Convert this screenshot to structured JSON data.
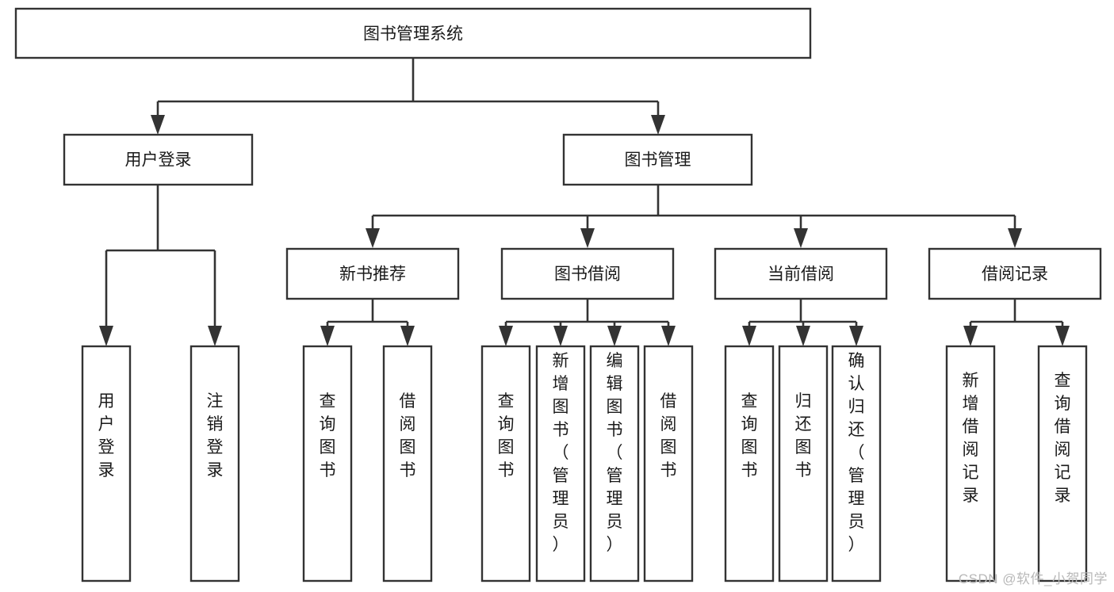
{
  "diagram": {
    "type": "tree-hierarchy-chart",
    "title": "图书管理系统",
    "watermark": "CSDN @软件_小贺同学",
    "colors": {
      "box_stroke": "#333333",
      "box_fill": "#ffffff",
      "connector": "#333333",
      "text": "#1a1a1a",
      "watermark": "#b8b8b8",
      "background": "#ffffff"
    },
    "levels": {
      "level1_label": "图书管理系统",
      "level2_labels": [
        "用户登录",
        "图书管理"
      ],
      "level3_labels": [
        "新书推荐",
        "图书借阅",
        "当前借阅",
        "借阅记录"
      ]
    },
    "nodes": {
      "root": {
        "label": "图书管理系统",
        "orientation": "horizontal"
      },
      "n_user_login": {
        "label": "用户登录",
        "orientation": "horizontal"
      },
      "n_book_manage": {
        "label": "图书管理",
        "orientation": "horizontal"
      },
      "n_new_book_rec": {
        "label": "新书推荐",
        "orientation": "horizontal"
      },
      "n_book_borrow": {
        "label": "图书借阅",
        "orientation": "horizontal"
      },
      "n_current_borrow": {
        "label": "当前借阅",
        "orientation": "horizontal"
      },
      "n_borrow_record": {
        "label": "借阅记录",
        "orientation": "horizontal"
      },
      "l_user_login": {
        "label": "用户登录",
        "orientation": "vertical"
      },
      "l_logout": {
        "label": "注销登录",
        "orientation": "vertical"
      },
      "l_query_book_1": {
        "label": "查询图书",
        "orientation": "vertical"
      },
      "l_borrow_book_1": {
        "label": "借阅图书",
        "orientation": "vertical"
      },
      "l_query_book_2": {
        "label": "查询图书",
        "orientation": "vertical"
      },
      "l_add_book_admin": {
        "label": "新增图书（管理员）",
        "orientation": "vertical"
      },
      "l_edit_book_admin": {
        "label": "编辑图书（管理员）",
        "orientation": "vertical"
      },
      "l_borrow_book_2": {
        "label": "借阅图书",
        "orientation": "vertical"
      },
      "l_query_book_3": {
        "label": "查询图书",
        "orientation": "vertical"
      },
      "l_return_book": {
        "label": "归还图书",
        "orientation": "vertical"
      },
      "l_confirm_return_admin": {
        "label": "确认归还（管理员）",
        "orientation": "vertical"
      },
      "l_add_borrow_record": {
        "label": "新增借阅记录",
        "orientation": "vertical"
      },
      "l_query_borrow_record": {
        "label": "查询借阅记录",
        "orientation": "vertical"
      }
    },
    "edges": [
      {
        "from": "root",
        "to": "n_user_login"
      },
      {
        "from": "root",
        "to": "n_book_manage"
      },
      {
        "from": "n_user_login",
        "to": "l_user_login"
      },
      {
        "from": "n_user_login",
        "to": "l_logout"
      },
      {
        "from": "n_book_manage",
        "to": "n_new_book_rec"
      },
      {
        "from": "n_book_manage",
        "to": "n_book_borrow"
      },
      {
        "from": "n_book_manage",
        "to": "n_current_borrow"
      },
      {
        "from": "n_book_manage",
        "to": "n_borrow_record"
      },
      {
        "from": "n_new_book_rec",
        "to": "l_query_book_1"
      },
      {
        "from": "n_new_book_rec",
        "to": "l_borrow_book_1"
      },
      {
        "from": "n_book_borrow",
        "to": "l_query_book_2"
      },
      {
        "from": "n_book_borrow",
        "to": "l_add_book_admin"
      },
      {
        "from": "n_book_borrow",
        "to": "l_edit_book_admin"
      },
      {
        "from": "n_book_borrow",
        "to": "l_borrow_book_2"
      },
      {
        "from": "n_current_borrow",
        "to": "l_query_book_3"
      },
      {
        "from": "n_current_borrow",
        "to": "l_return_book"
      },
      {
        "from": "n_current_borrow",
        "to": "l_confirm_return_admin"
      },
      {
        "from": "n_borrow_record",
        "to": "l_add_borrow_record"
      },
      {
        "from": "n_borrow_record",
        "to": "l_query_borrow_record"
      }
    ]
  }
}
